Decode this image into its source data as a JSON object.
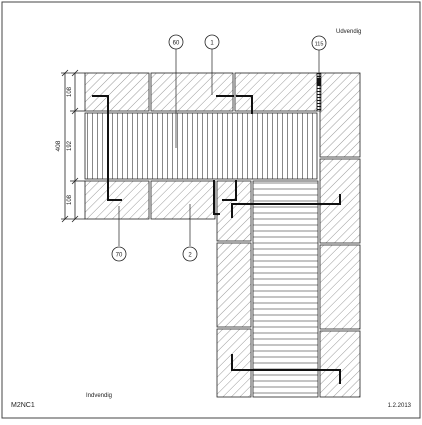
{
  "drawing": {
    "outside_label": "Udvendig",
    "inside_label": "Indvendig",
    "drawing_code": "M2NC1",
    "date": "1.2.2013",
    "total_dimension": "408",
    "dimensions": [
      "108",
      "192",
      "108"
    ],
    "callouts": {
      "c60": "60",
      "c1": "1",
      "c115": "115",
      "c70": "70",
      "c2": "2"
    },
    "line_color": "#222222",
    "hatch_color": "#7a7a7a"
  }
}
